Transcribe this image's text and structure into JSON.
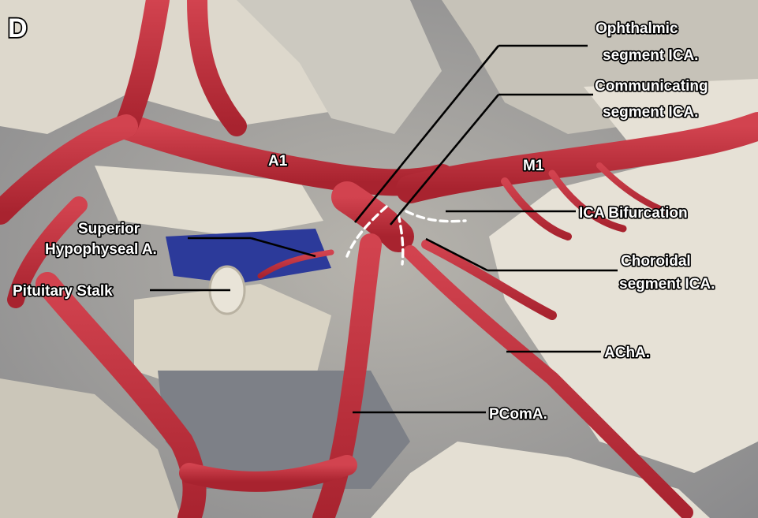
{
  "figure": {
    "panel_letter": "D",
    "labels": {
      "ophthalmic": [
        "Ophthalmic",
        "segment ICA."
      ],
      "communicating": [
        "Communicating",
        "segment ICA."
      ],
      "a1": "A1",
      "m1": "M1",
      "ica_bifurcation": "ICA Bifurcation",
      "superior_hypophyseal": [
        "Superior",
        "Hypophyseal A."
      ],
      "choroidal": [
        "Choroidal",
        "segment ICA."
      ],
      "pituitary_stalk": "Pituitary Stalk",
      "acha": "AChA.",
      "pcoma": "PComA."
    }
  }
}
